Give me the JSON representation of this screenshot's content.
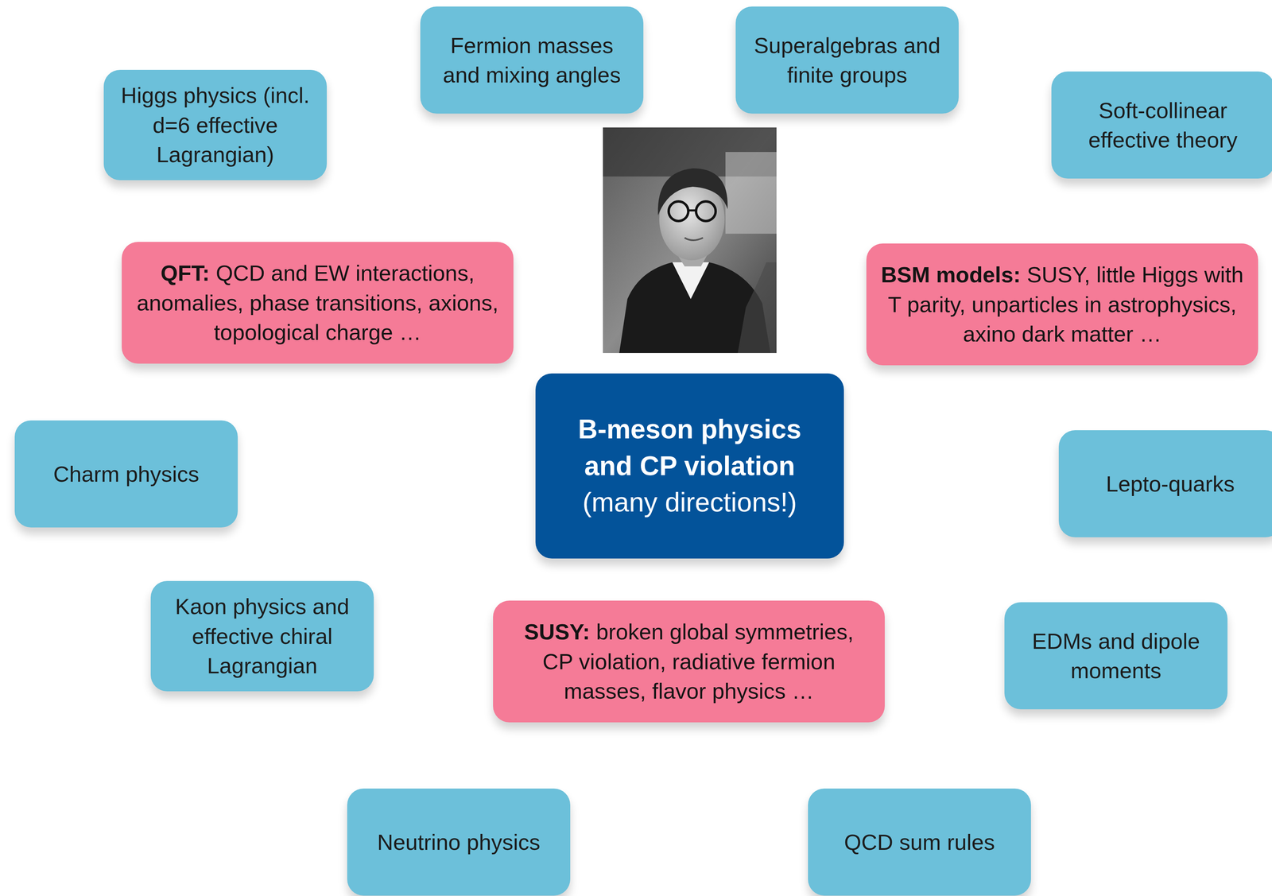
{
  "diagram": {
    "nodes": [
      {
        "text": [
          "Fermion masses and mixing angles"
        ]
      },
      {
        "text": [
          "Superalgebras and finite groups"
        ]
      },
      {
        "text": [
          "Higgs physics (incl. d=6 effective Lagrangian)"
        ]
      },
      {
        "text": [
          "Soft-collinear effective theory"
        ]
      },
      {
        "text": [
          "QFT:",
          "QCD and EW interactions, anomalies, phase transitions, axions, topological charge …"
        ]
      },
      {
        "text": [
          "BSM models:",
          "SUSY, little Higgs with T parity, unparticles in astrophysics, axino dark matter …"
        ]
      },
      {
        "text": [
          "B-meson physics and CP violation",
          "(many directions!)"
        ]
      },
      {
        "text": [
          "Charm physics"
        ]
      },
      {
        "text": [
          "Lepto-quarks"
        ]
      },
      {
        "text": [
          "Kaon physics and effective chiral Lagrangian"
        ]
      },
      {
        "text": [
          "SUSY:",
          "broken global symmetries, CP violation, radiative fermion masses, flavor physics …"
        ]
      },
      {
        "text": [
          "EDMs and dipole moments"
        ]
      },
      {
        "text": [
          "Neutrino physics"
        ]
      },
      {
        "text": [
          "QCD sum rules"
        ]
      }
    ]
  }
}
